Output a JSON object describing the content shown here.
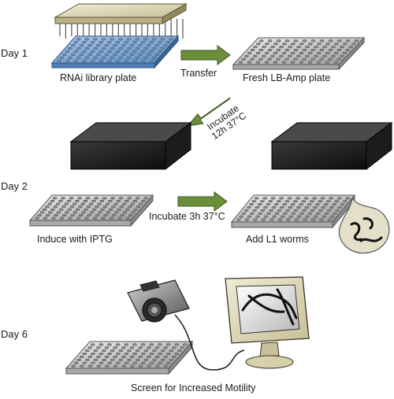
{
  "days": {
    "day1": "Day 1",
    "day2": "Day 2",
    "day6": "Day 6"
  },
  "labels": {
    "rnai_plate": "RNAi library plate",
    "transfer": "Transfer",
    "fresh_plate": "Fresh LB-Amp plate",
    "incubate_line1": "Incubate",
    "incubate_line2": "12h 37°C",
    "induce": "Induce with IPTG",
    "incubate_3h": "Incubate 3h 37°C",
    "add_worms": "Add L1 worms",
    "screen": "Screen for Increased Motility"
  },
  "colors": {
    "arrow_fill": "#6b8e3a",
    "arrow_edge": "#3f5a1f",
    "plate_blue": "#8fb4dd",
    "plate_gray": "#c9c9c9",
    "replicator_top": "#e6dfbf",
    "pin_block": "#222222",
    "pin_blue": "#6aa0e0"
  }
}
